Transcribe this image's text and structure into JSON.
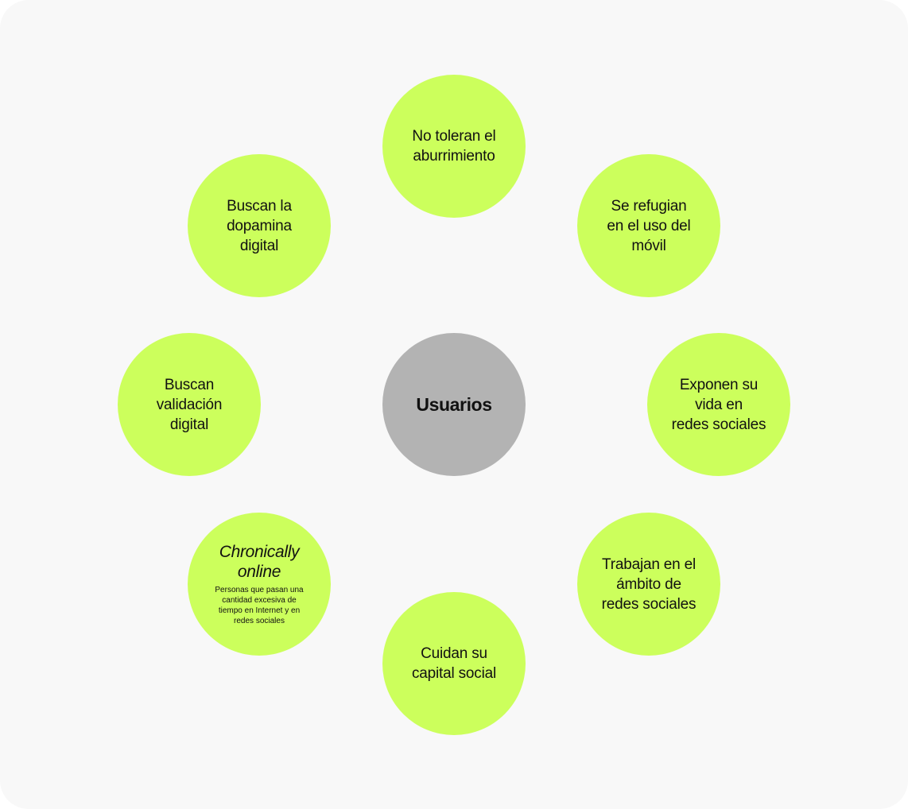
{
  "diagram": {
    "center": {
      "label": "Usuarios",
      "color": "#b3b3b3"
    },
    "accent_color": "#ccff5c",
    "nodes": {
      "top": "No toleran el\naburrimiento",
      "top_right": "Se refugian\nen el uso del\nmóvil",
      "right": "Exponen su\nvida en\nredes sociales",
      "bottom_right": "Trabajan en el\námbito de\nredes sociales",
      "bottom": "Cuidan su\ncapital social",
      "bottom_left": {
        "title": "Chronically\nonline",
        "description": "Personas que pasan una cantidad excesiva de tiempo en Internet y en redes sociales"
      },
      "left": "Buscan\nvalidación\ndigital",
      "top_left": "Buscan la\ndopamina\ndigital"
    }
  }
}
